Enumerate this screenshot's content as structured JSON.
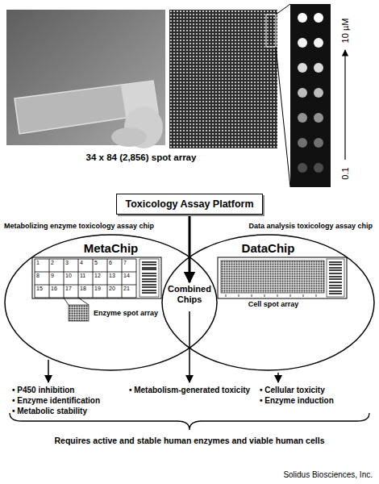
{
  "diagram": {
    "nodes": [
      {
        "text": [
          "Toxicology Assay Platform"
        ]
      },
      {
        "text": [
          "Metabolizing enzyme toxicology assay chip",
          "MetaChip"
        ]
      },
      {
        "text": [
          "Data analysis toxicology assay chip",
          "DataChip"
        ]
      },
      {
        "text": [
          "Combined Chips"
        ]
      }
    ],
    "edges": [
      {
        "from": 0,
        "to": 3,
        "arrow": "to"
      }
    ],
    "labels": [
      "10 µM",
      "0.1",
      "34 x 84 (2,856) spot array",
      "1",
      "2",
      "3",
      "4",
      "5",
      "6",
      "7",
      "8",
      "9",
      "10",
      "11",
      "12",
      "13",
      "14",
      "15",
      "16",
      "17",
      "18",
      "19",
      "20",
      "21",
      "Enzyme spot array",
      "Cell spot array",
      "• P450 inhibition",
      "• Enzyme identification",
      "• Metabolic stability",
      "• Metabolism-generated toxicity",
      "• Cellular toxicity",
      "• Enzyme induction",
      "Requires active and stable human enzymes and viable human cells",
      "Solidus Biosciences, Inc."
    ]
  }
}
